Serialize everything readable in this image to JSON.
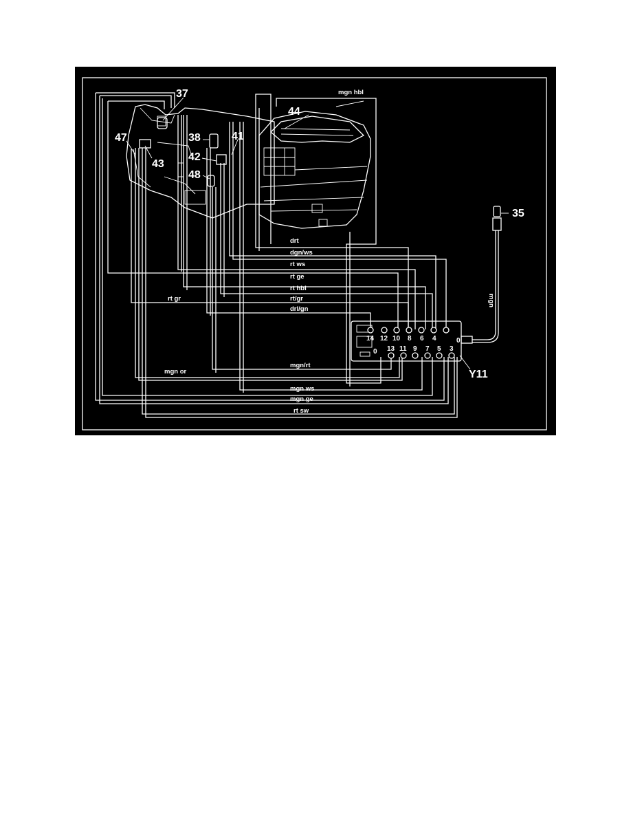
{
  "diagram": {
    "background": "#000000",
    "line_color": "#ffffff",
    "callouts": [
      {
        "id": "37",
        "label": "37"
      },
      {
        "id": "38",
        "label": "38"
      },
      {
        "id": "41",
        "label": "41"
      },
      {
        "id": "42",
        "label": "42"
      },
      {
        "id": "43",
        "label": "43"
      },
      {
        "id": "44",
        "label": "44"
      },
      {
        "id": "47",
        "label": "47"
      },
      {
        "id": "48",
        "label": "48"
      },
      {
        "id": "35",
        "label": "35"
      },
      {
        "id": "Y11",
        "label": "Y11"
      }
    ],
    "wire_labels": {
      "mgn_hbl": "mgn hbl",
      "drt": "drt",
      "dgn_ws": "dgn/ws",
      "rt_ws": "rt ws",
      "rt_ge": "rt ge",
      "rt_hbl": "rt hbl",
      "rt_gr_right": "rt/gr",
      "dri_gn": "drl/gn",
      "rt_gr_left": "rt gr",
      "mgn_rt": "mgn/rt",
      "mgn_or": "mgn or",
      "mgn_ws": "mgn ws",
      "mgn_ge": "mgn ge",
      "rt_sw": "rt sw",
      "mgn_vertical": "mgn"
    },
    "connector_pins": {
      "top_row": [
        "14",
        "12",
        "10",
        "8",
        "6",
        "4"
      ],
      "bottom_row": [
        "13",
        "11",
        "9",
        "7",
        "5",
        "3"
      ],
      "extra_left": "0",
      "extra_right": "0"
    }
  }
}
